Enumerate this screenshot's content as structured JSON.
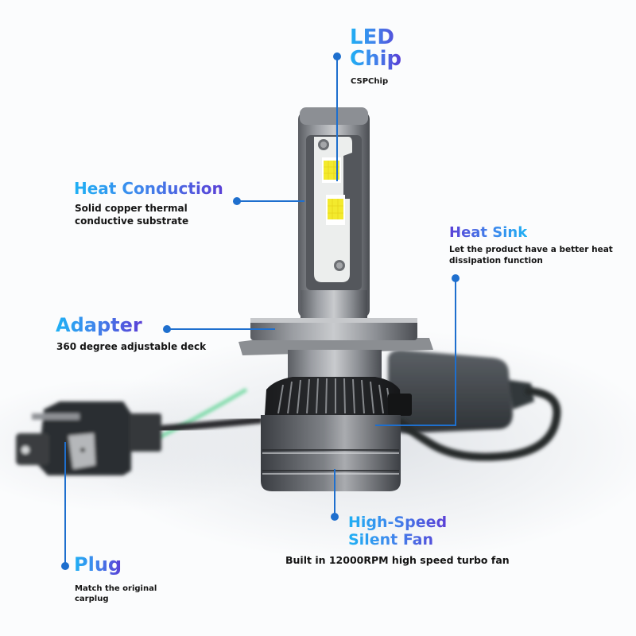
{
  "product": "H4 LED headlight bulb",
  "colors": {
    "leader_line": "#1e6fce",
    "heading_gradient_start": "#1fb0f4",
    "heading_gradient_end": "#5a3fd6",
    "description_text": "#141414",
    "background": "#fbfcfd"
  },
  "callouts": {
    "led_chip": {
      "title_line1": "LED",
      "title_line2": "Chip",
      "description": "CSPChip"
    },
    "heat_conduction": {
      "title": "Heat Conduction",
      "description_line1": "Solid copper thermal",
      "description_line2": "conductive substrate"
    },
    "heat_sink": {
      "title": "Heat Sink",
      "description_line1": "Let the product have a better heat",
      "description_line2": "dissipation function"
    },
    "adapter": {
      "title": "Adapter",
      "description": "360 degree adjustable deck"
    },
    "fan": {
      "title_line1": "High-Speed",
      "title_line2": "Silent Fan",
      "description": "Built in 12000RPM high speed turbo fan"
    },
    "plug": {
      "title": "Plug",
      "description_line1": "Match the original",
      "description_line2": "carplug"
    }
  }
}
